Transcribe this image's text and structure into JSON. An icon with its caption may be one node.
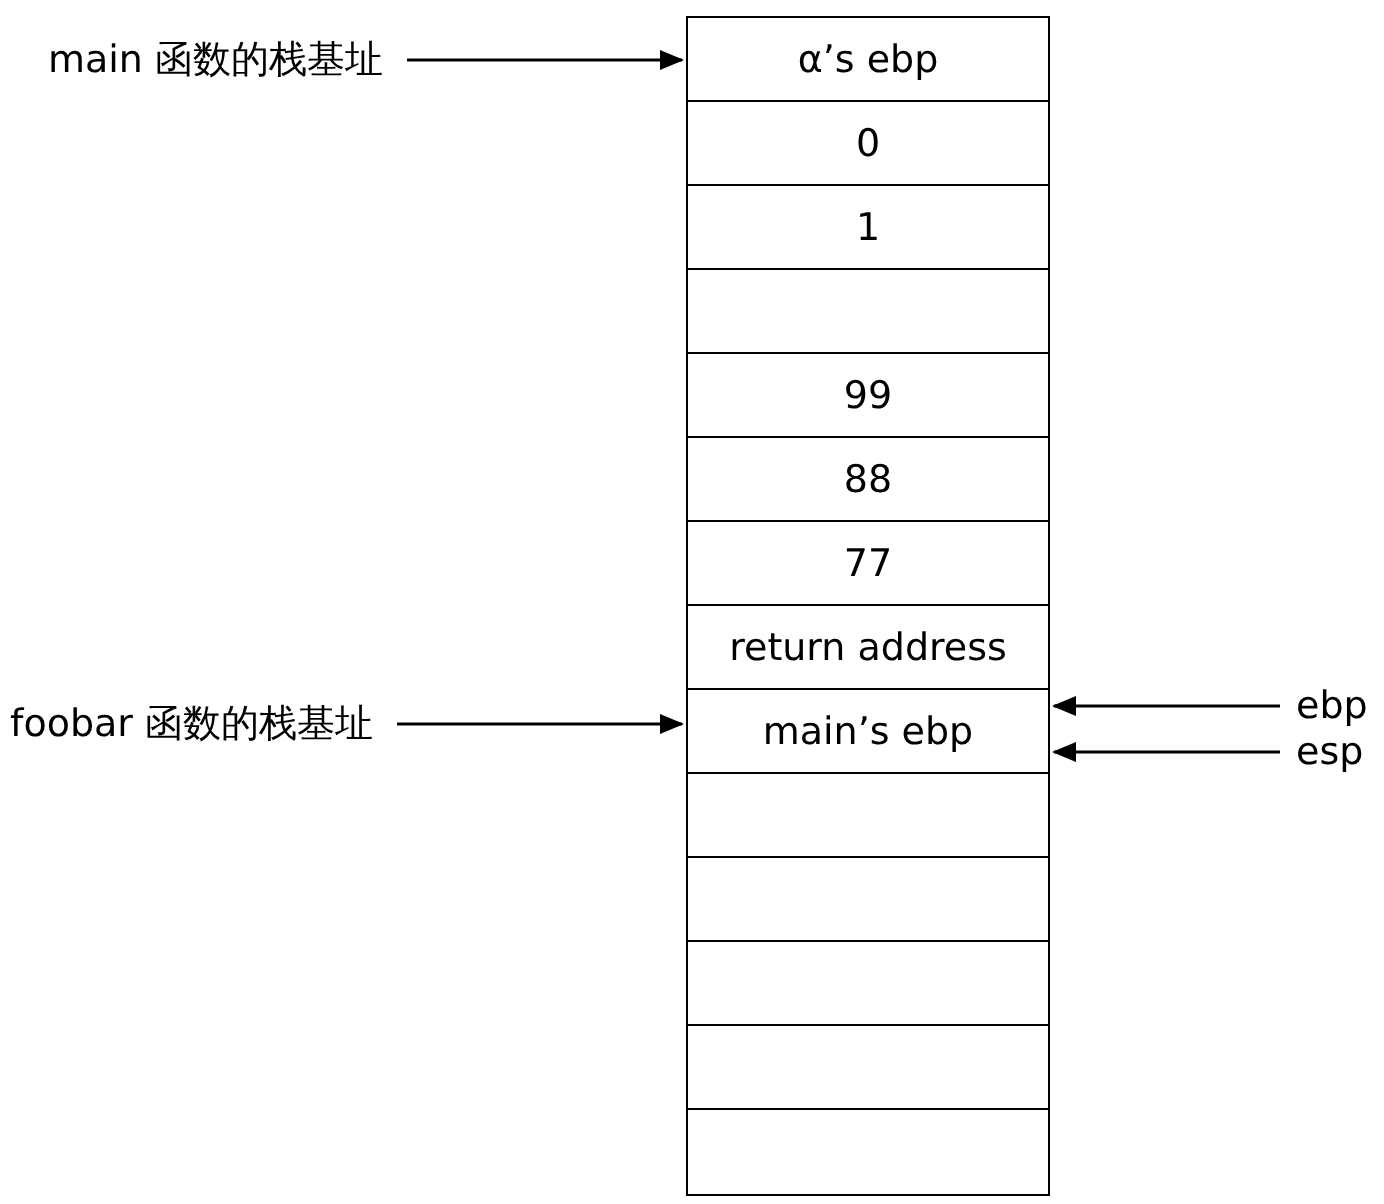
{
  "diagram": {
    "nodes": [
      {
        "text": [
          "main 函数的栈基址"
        ]
      },
      {
        "text": [
          "α’s ebp"
        ]
      },
      {
        "text": [
          "0"
        ]
      },
      {
        "text": [
          "1"
        ]
      },
      {
        "text": [],
        "shape": "box"
      },
      {
        "text": [
          "99"
        ]
      },
      {
        "text": [
          "88"
        ]
      },
      {
        "text": [
          "77"
        ]
      },
      {
        "text": [
          "return address"
        ]
      },
      {
        "text": [
          "foobar 函数的栈基址"
        ]
      },
      {
        "text": [
          "main’s ebp"
        ]
      },
      {
        "text": [
          "ebp"
        ]
      },
      {
        "text": [
          "esp"
        ]
      },
      {
        "text": [],
        "shape": "box"
      },
      {
        "text": [],
        "shape": "box"
      },
      {
        "text": [],
        "shape": "box"
      },
      {
        "text": [],
        "shape": "box"
      },
      {
        "text": [],
        "shape": "box"
      }
    ],
    "edges": [
      {
        "from": 0,
        "to": 1,
        "arrow": "to"
      },
      {
        "from": 9,
        "to": 10,
        "arrow": "to"
      },
      {
        "from": 11,
        "to": 10,
        "arrow": "to"
      },
      {
        "from": 12,
        "to": 10,
        "arrow": "to"
      }
    ]
  }
}
